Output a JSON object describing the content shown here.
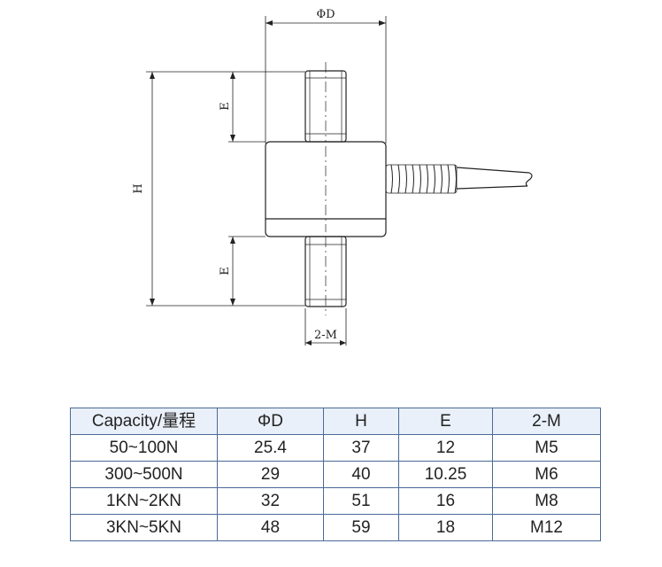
{
  "drawing": {
    "labels": {
      "diameter": "ΦD",
      "height": "H",
      "thread_length_top": "E",
      "thread_length_bottom": "E",
      "thread": "2-M"
    }
  },
  "table": {
    "headers": [
      "Capacity/量程",
      "ΦD",
      "H",
      "E",
      "2-M"
    ],
    "rows": [
      [
        "50~100N",
        "25.4",
        "37",
        "12",
        "M5"
      ],
      [
        "300~500N",
        "29",
        "40",
        "10.25",
        "M6"
      ],
      [
        "1KN~2KN",
        "32",
        "51",
        "16",
        "M8"
      ],
      [
        "3KN~5KN",
        "48",
        "59",
        "18",
        "M12"
      ]
    ]
  }
}
